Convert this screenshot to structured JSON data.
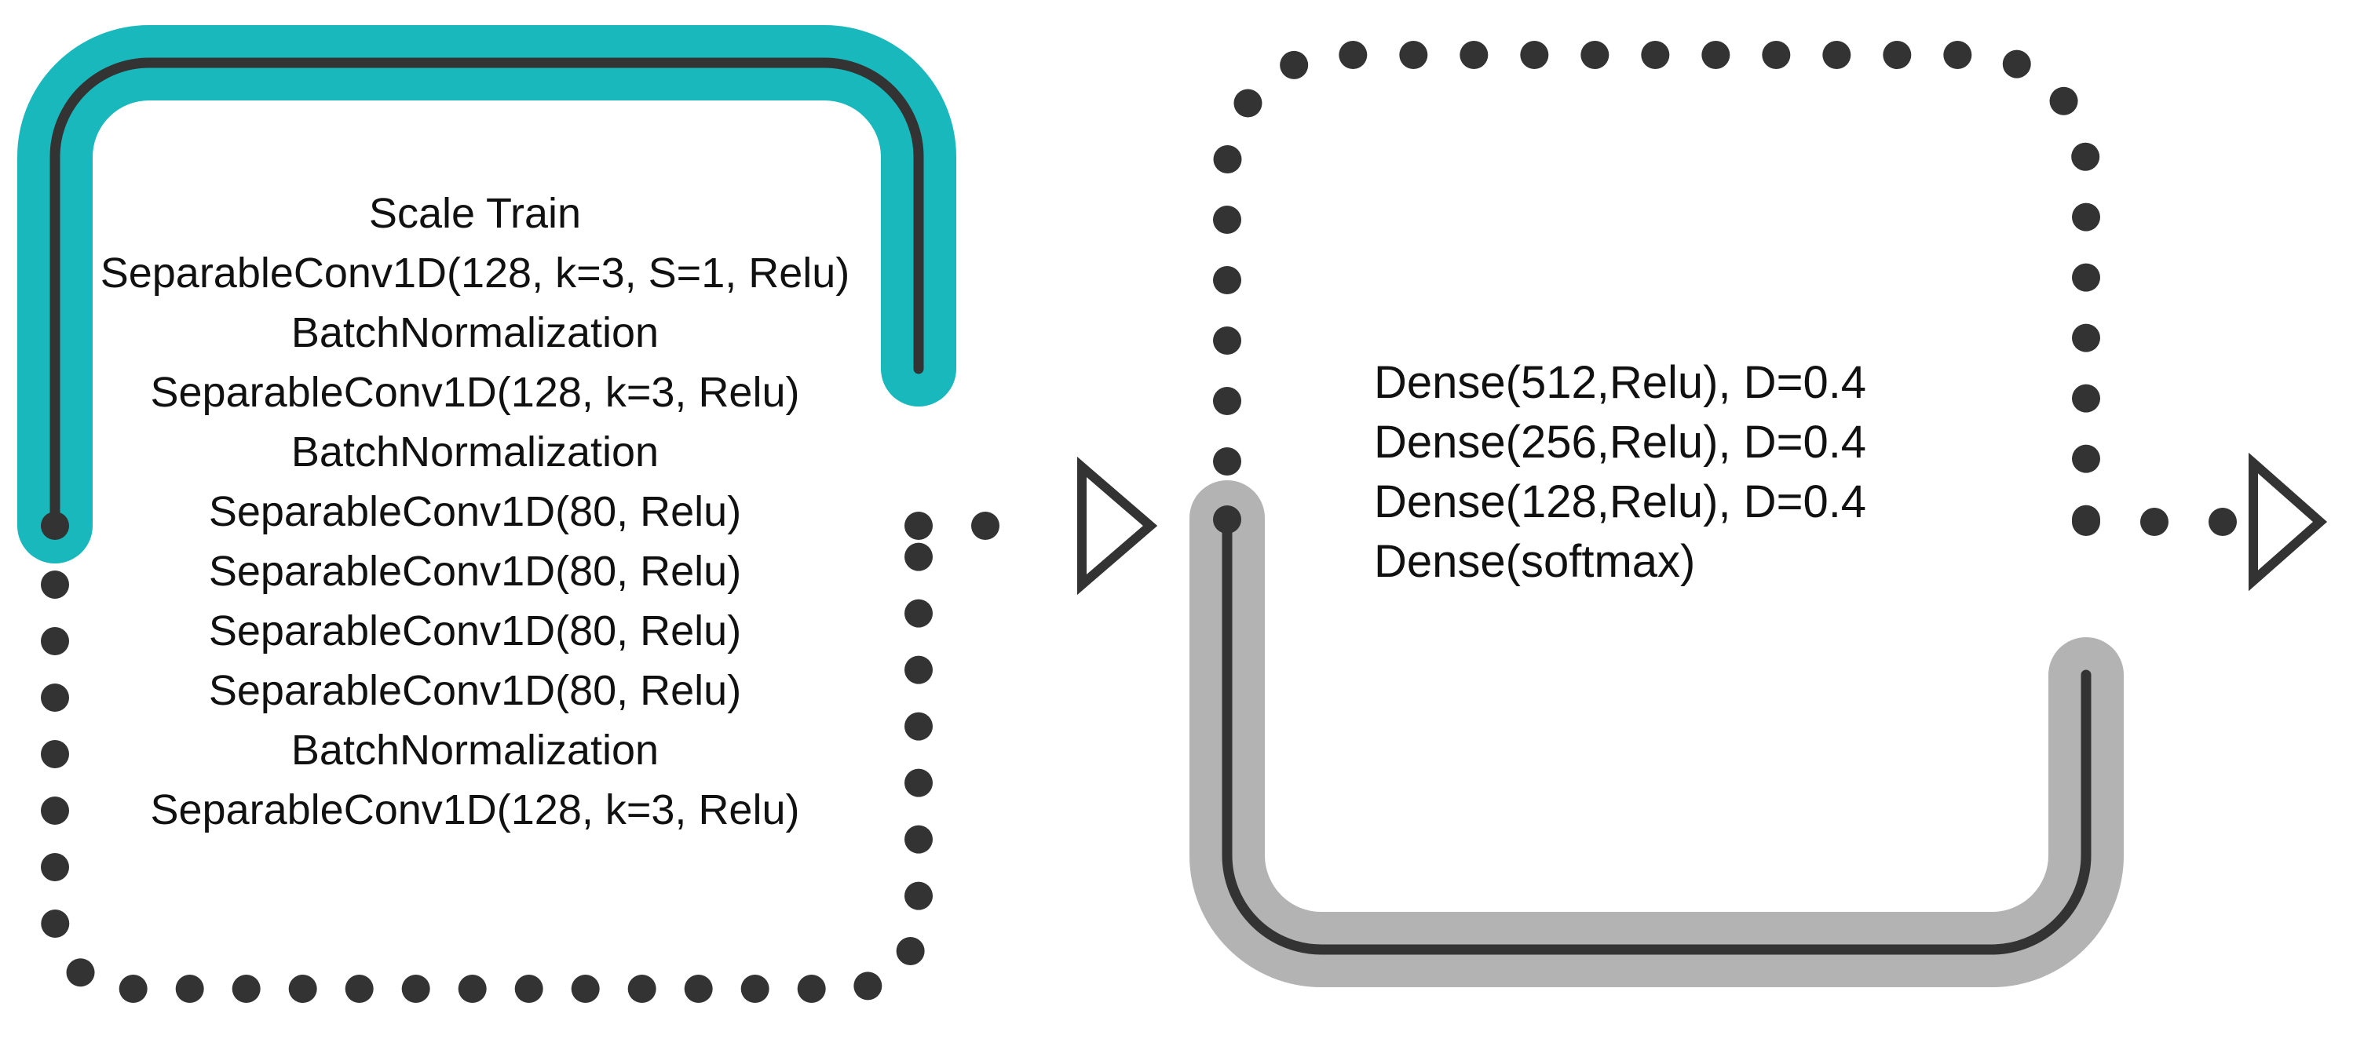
{
  "colors": {
    "teal_band": "#19b8bc",
    "gray_band": "#b3b3b3",
    "line": "#333333",
    "text": "#111111"
  },
  "left_block": {
    "lines": [
      "Scale Train",
      "SeparableConv1D(128, k=3, S=1, Relu)",
      "BatchNormalization",
      "SeparableConv1D(128, k=3, Relu)",
      "BatchNormalization",
      "SeparableConv1D(80, Relu)",
      "SeparableConv1D(80, Relu)",
      "SeparableConv1D(80, Relu)",
      "SeparableConv1D(80, Relu)",
      "BatchNormalization",
      "SeparableConv1D(128, k=3, Relu)"
    ]
  },
  "right_block": {
    "lines": [
      "Dense(512,Relu), D=0.4",
      "Dense(256,Relu), D=0.4",
      "Dense(128,Relu), D=0.4",
      "Dense(softmax)"
    ]
  },
  "arrows": [
    "arrow-left-to-right",
    "arrow-output"
  ]
}
